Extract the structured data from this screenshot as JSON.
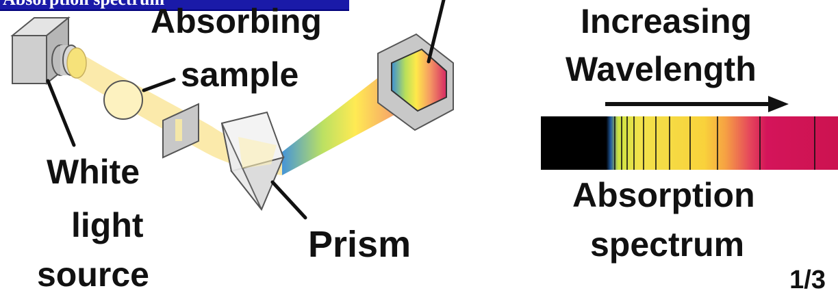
{
  "header": {
    "title": "Absorption spectrum"
  },
  "labels": {
    "absorbing": "Absorbing",
    "sample": "sample",
    "white": "White",
    "light": "light",
    "source": "source",
    "prism": "Prism",
    "increasing": "Increasing",
    "wavelength": "Wavelength",
    "absorption": "Absorption",
    "spectrum": "spectrum"
  },
  "page_indicator": "1/3",
  "colors": {
    "header_bg": "#1a1aa8",
    "beam": "#fbe9a6",
    "ink": "#111111",
    "spectrum_red": "#d4145a",
    "spectrum_yellow": "#f6d93a"
  }
}
